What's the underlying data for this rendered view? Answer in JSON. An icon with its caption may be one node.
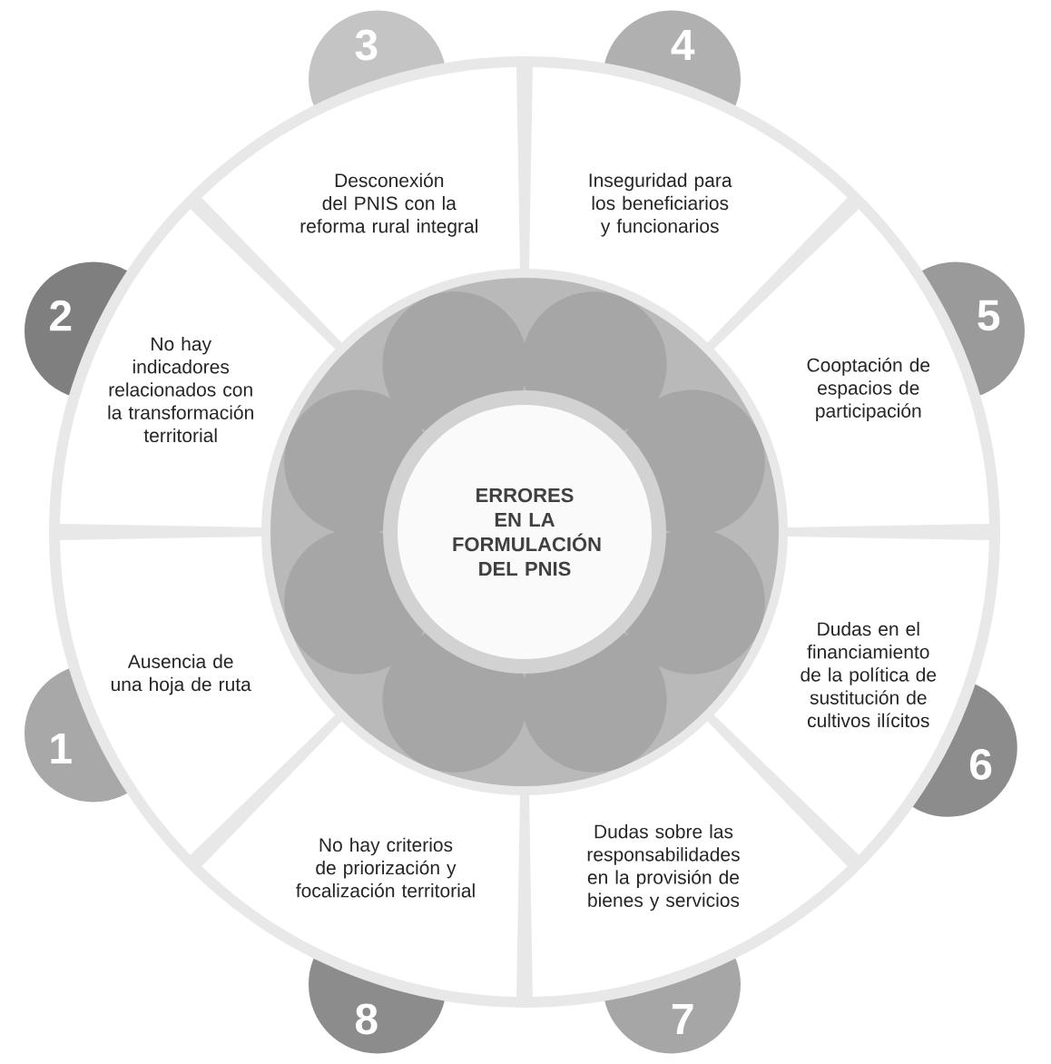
{
  "diagram": {
    "nodes": [
      {
        "text": [
          "ERRORES EN LA FORMULACIÓN DEL PNIS"
        ]
      },
      {
        "text": [
          "1",
          "Ausencia de una hoja de ruta"
        ]
      },
      {
        "text": [
          "2",
          "No hay indicadores relacionados con la transformación territorial"
        ]
      },
      {
        "text": [
          "3",
          "Desconexión del PNIS con la reforma rural integral"
        ]
      },
      {
        "text": [
          "4",
          "Inseguridad para los beneficiarios y funcionarios"
        ]
      },
      {
        "text": [
          "5",
          "Cooptación de espacios de participación"
        ]
      },
      {
        "text": [
          "6",
          "Dudas en el financiamiento de la política de sustitución de cultivos ilícitos"
        ]
      },
      {
        "text": [
          "Dudas sobre las responsabilidades en la provisión de bienes y servicios",
          "7"
        ]
      },
      {
        "text": [
          "No hay criterios de priorización y focalización territorial",
          "8"
        ]
      }
    ]
  }
}
